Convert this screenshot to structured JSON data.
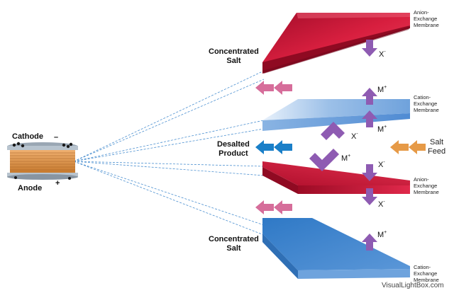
{
  "labels": {
    "concentrated_top": "Concentrated\nSalt",
    "concentrated_bottom": "Concentrated\nSalt",
    "desalted": "Desalted\nProduct",
    "salt_feed": "Salt\nFeed",
    "cathode": "Cathode",
    "anode": "Anode",
    "minus": "–",
    "plus": "+"
  },
  "membranes": [
    {
      "text": "Anion-\nExchange\nMembrane",
      "color": "#c8102e"
    },
    {
      "text": "Cation-\nExchange\nMembrane",
      "color": "#5b93d6"
    },
    {
      "text": "Anion-\nExchange\nMembrane",
      "color": "#c8102e"
    },
    {
      "text": "Cation-\nExchange\nMembrane",
      "color": "#3a82cc"
    }
  ],
  "ions": {
    "anion_base": "X",
    "anion_sign": "-",
    "cation_base": "M",
    "cation_sign": "+"
  },
  "watermark": "VisualLightBox.com",
  "colors": {
    "anion_membrane": "#c8102e",
    "cation_membrane": "#5b93d6",
    "ion_arrow": "#8e5bb2",
    "concentrate_arrow": "#d66d9a",
    "product_arrow": "#1a7fc8",
    "feed_arrow": "#e69a47",
    "cell_copper": "#d9893a"
  }
}
